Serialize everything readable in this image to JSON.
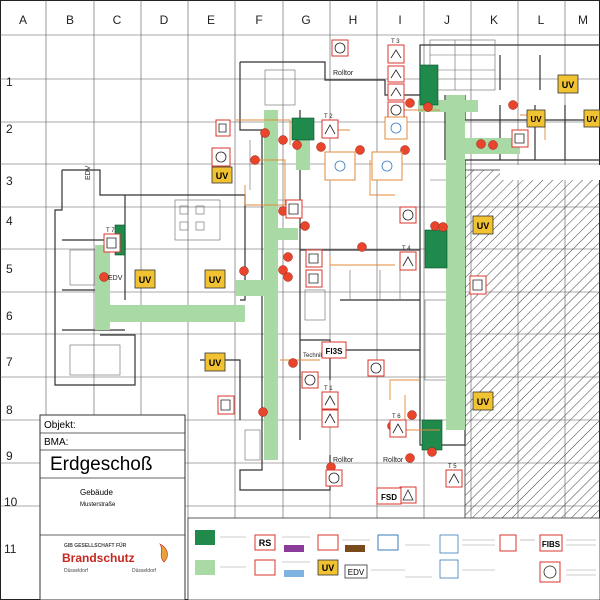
{
  "grid": {
    "columns": [
      "A",
      "B",
      "C",
      "D",
      "E",
      "F",
      "G",
      "H",
      "I",
      "J",
      "K",
      "L",
      "M"
    ],
    "rows": [
      "1",
      "2",
      "3",
      "4",
      "5",
      "6",
      "7",
      "8",
      "9",
      "10",
      "11"
    ]
  },
  "colors": {
    "escape_route_dark": "#1f8a4c",
    "escape_route_light": "#a9d9a5",
    "marker_red": "#e8452c",
    "uv_yellow": "#f1c232",
    "frame_red": "#d9342b"
  },
  "plan_labels": {
    "rolltor_top": "Rolltor",
    "rolltor_bottom_left": "Rolltor",
    "rolltor_bottom_right": "Rolltor",
    "edv_upper": "EDV",
    "edv_lower": "EDV",
    "technik": "Technik",
    "fi3s": "FI3S",
    "fsd": "FSD"
  },
  "uv_label": "UV",
  "detector_tags": [
    "T 1",
    "T 2",
    "T 3",
    "T 4",
    "T 5",
    "T 6",
    "T 7"
  ],
  "title_block": {
    "objekt_label": "Objekt:",
    "bma_label": "BMA:",
    "floor": "Erdgeschoß",
    "gebaeude": "Gebäude",
    "address": "Musterstraße"
  },
  "logo": {
    "company_line": "GIB GESELLSCHAFT FÜR",
    "brand": "Brandschutz",
    "city_left": "Düsseldorf",
    "city_right": "Düsseldorf"
  },
  "legend": {
    "rs": "RS",
    "uv": "UV",
    "edv": "EDV",
    "fibs": "FIBS"
  }
}
